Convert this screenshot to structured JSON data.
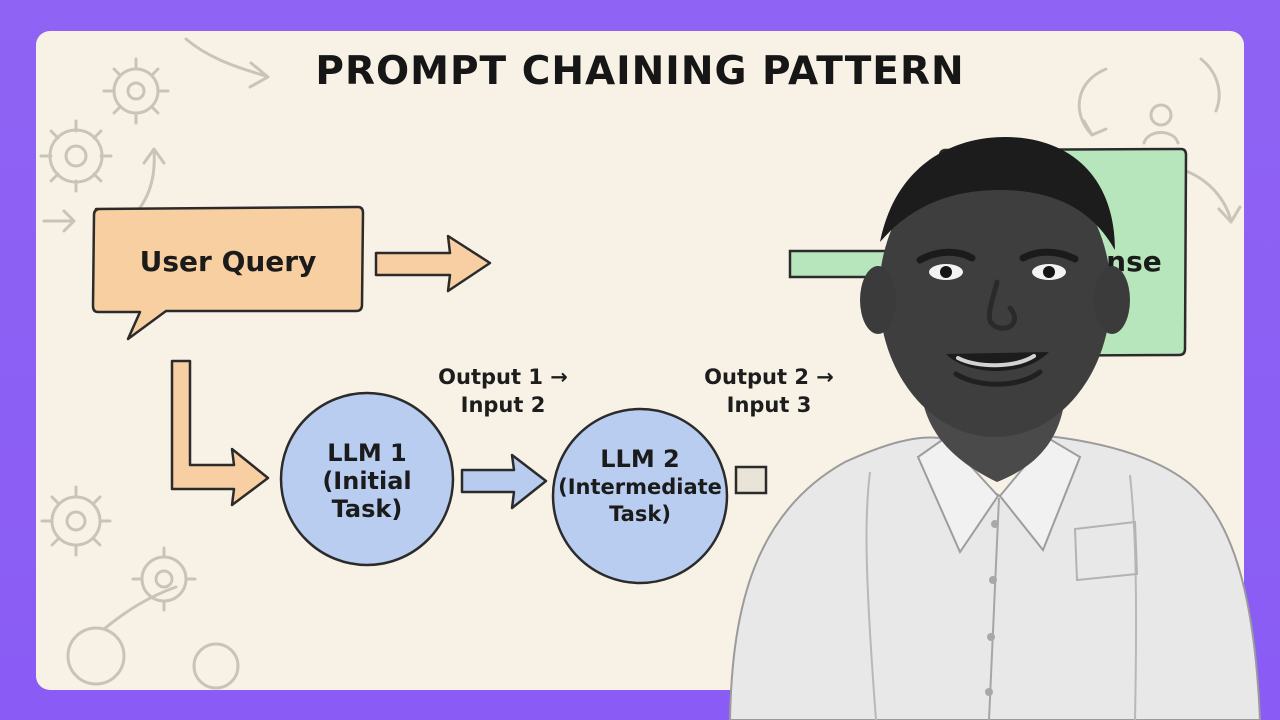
{
  "title": "PROMPT CHAINING PATTERN",
  "nodes": {
    "user_query": "User Query",
    "llm1_line1": "LLM 1",
    "llm1_line2": "(Initial",
    "llm1_line3": "Task)",
    "llm2_line1": "LLM 2",
    "llm2_line2": "(Intermediate",
    "llm2_line3": "Task)",
    "response": "sponse"
  },
  "edges": {
    "out1_line1": "Output 1 →",
    "out1_line2": "Input 2",
    "out2_line1": "Output 2 →",
    "out2_line2": "Input 3"
  },
  "colors": {
    "background": "#8b5cf6",
    "canvas": "#f8f2e6",
    "user_query_fill": "#f7cfa1",
    "llm_fill": "#b8cdef",
    "response_fill": "#b8e6bc",
    "arrow_orange": "#f8cfa2",
    "arrow_blue": "#b7ccef",
    "arrow_green": "#b8e6bc"
  },
  "icons": [
    "gear-icon",
    "arrow-doodle-icon",
    "person-icon",
    "circular-arrow-icon"
  ]
}
